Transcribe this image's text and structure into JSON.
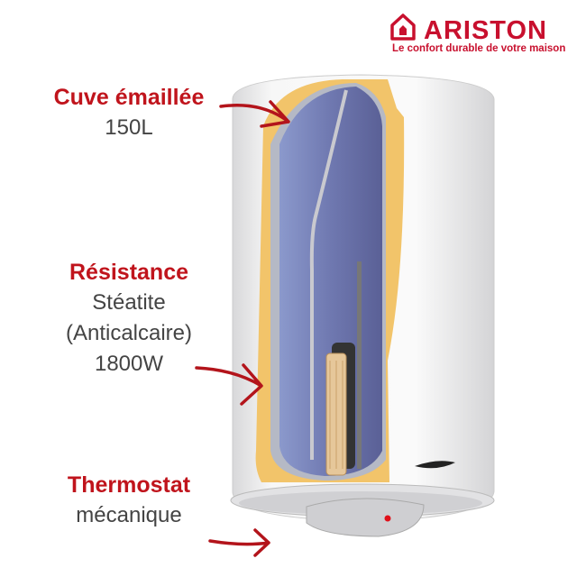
{
  "brand": {
    "name": "ARISTON",
    "tagline": "Le confort durable de votre maison",
    "color": "#c8102e"
  },
  "callouts": [
    {
      "title": "Cuve émaillée",
      "lines": [
        "150L"
      ]
    },
    {
      "title": "Résistance",
      "lines": [
        "Stéatite",
        "(Anticalcaire)",
        "1800W"
      ]
    },
    {
      "title": "Thermostat",
      "lines": [
        "mécanique"
      ]
    }
  ],
  "colors": {
    "accent": "#c0141c",
    "insulation": "#f2c46a",
    "tank": "#6f78b0"
  }
}
